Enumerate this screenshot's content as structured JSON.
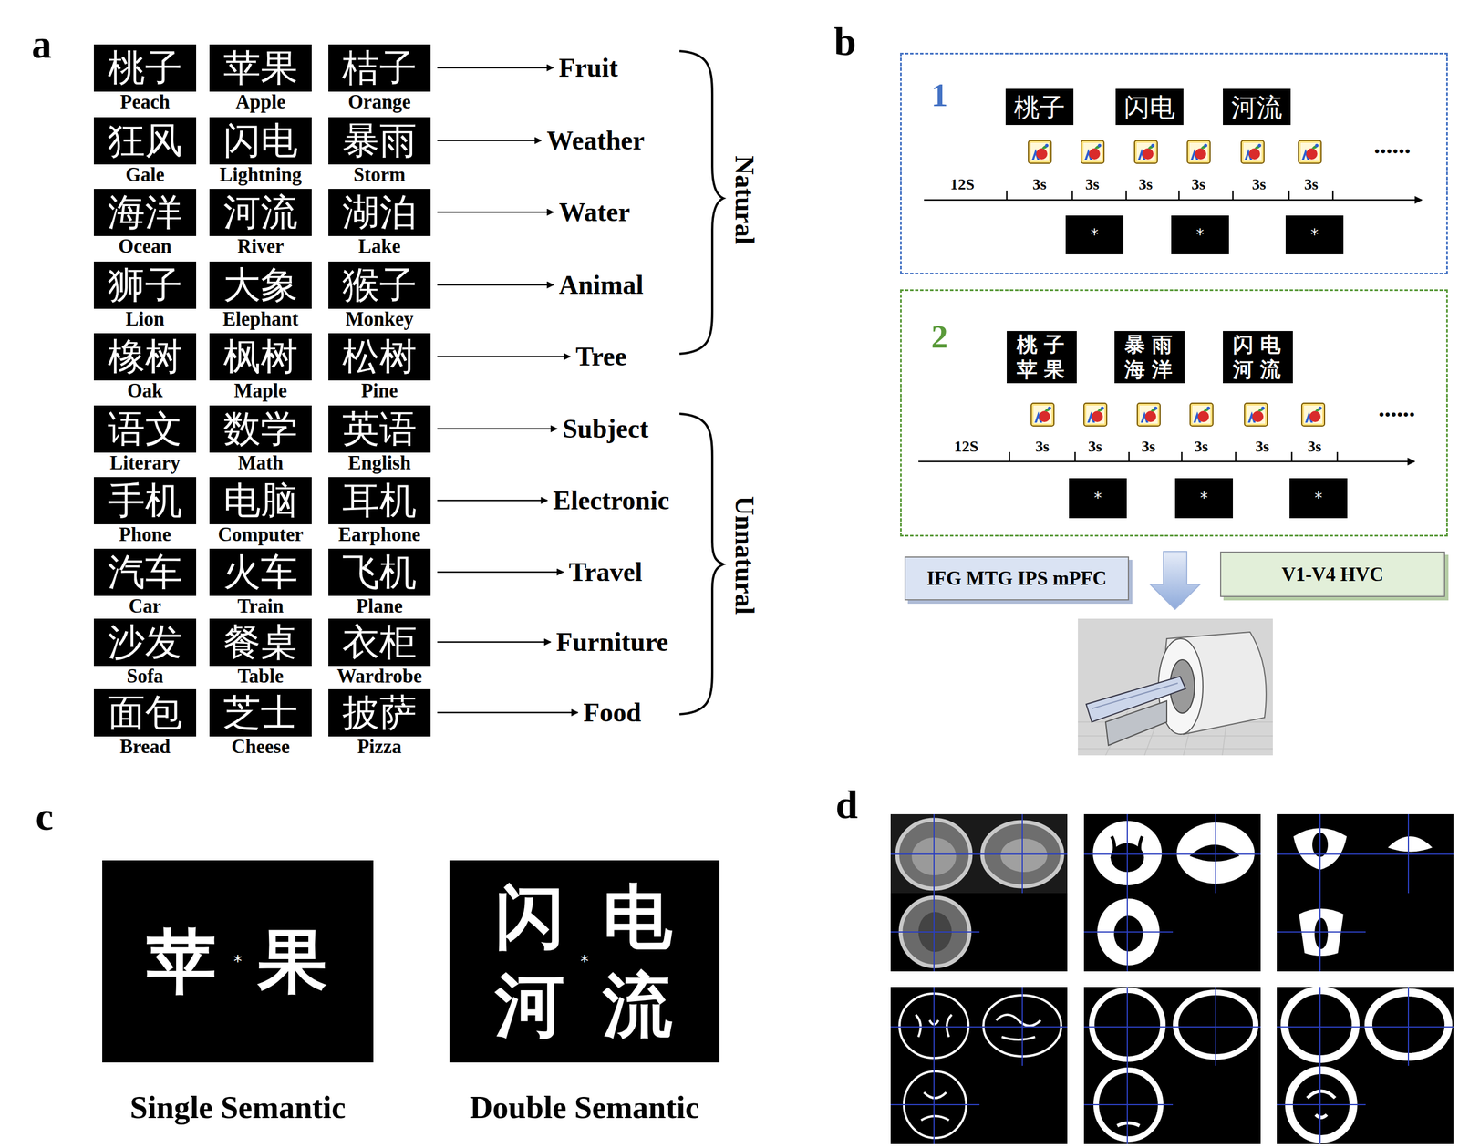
{
  "diagram": {
    "nodes": [
      {
        "text": [
          "桃子",
          "Peach"
        ]
      },
      {
        "text": [
          "苹果",
          "Apple"
        ]
      },
      {
        "text": [
          "桔子",
          "Orange"
        ]
      },
      {
        "text": [
          "Fruit"
        ]
      },
      {
        "text": [
          "狂风",
          "Gale"
        ]
      },
      {
        "text": [
          "闪电",
          "Lightning"
        ]
      },
      {
        "text": [
          "暴雨",
          "Storm"
        ]
      },
      {
        "text": [
          "Weather"
        ]
      },
      {
        "text": [
          "海洋",
          "Ocean"
        ]
      },
      {
        "text": [
          "河流",
          "River"
        ]
      },
      {
        "text": [
          "湖泊",
          "Lake"
        ]
      },
      {
        "text": [
          "Water"
        ]
      },
      {
        "text": [
          "狮子",
          "Lion"
        ]
      },
      {
        "text": [
          "大象",
          "Elephant"
        ]
      },
      {
        "text": [
          "猴子",
          "Monkey"
        ]
      },
      {
        "text": [
          "Animal"
        ]
      },
      {
        "text": [
          "橡树",
          "Oak"
        ]
      },
      {
        "text": [
          "枫树",
          "Maple"
        ]
      },
      {
        "text": [
          "松树",
          "Pine"
        ]
      },
      {
        "text": [
          "Tree"
        ]
      },
      {
        "text": [
          "语文",
          "Literary"
        ]
      },
      {
        "text": [
          "数学",
          "Math"
        ]
      },
      {
        "text": [
          "英语",
          "English"
        ]
      },
      {
        "text": [
          "Subject"
        ]
      },
      {
        "text": [
          "手机",
          "Phone"
        ]
      },
      {
        "text": [
          "电脑",
          "Computer"
        ]
      },
      {
        "text": [
          "耳机",
          "Earphone"
        ]
      },
      {
        "text": [
          "Electronic"
        ]
      },
      {
        "text": [
          "汽车",
          "Car"
        ]
      },
      {
        "text": [
          "火车",
          "Train"
        ]
      },
      {
        "text": [
          "飞机",
          "Plane"
        ]
      },
      {
        "text": [
          "Travel"
        ]
      },
      {
        "text": [
          "沙发",
          "Sofa"
        ]
      },
      {
        "text": [
          "餐桌",
          "Table"
        ]
      },
      {
        "text": [
          "衣柜",
          "Wardrobe"
        ]
      },
      {
        "text": [
          "Furniture"
        ]
      },
      {
        "text": [
          "面包",
          "Bread"
        ]
      },
      {
        "text": [
          "芝士",
          "Cheese"
        ]
      },
      {
        "text": [
          "披萨",
          "Pizza"
        ]
      },
      {
        "text": [
          "Food"
        ]
      },
      {
        "text": [
          "1"
        ]
      },
      {
        "text": [
          "桃子"
        ],
        "in": 40
      },
      {
        "text": [
          "闪电"
        ],
        "in": 40
      },
      {
        "text": [
          "河流"
        ],
        "in": 40
      },
      {
        "text": [
          "*"
        ],
        "in": 40
      },
      {
        "text": [
          "*"
        ],
        "in": 40
      },
      {
        "text": [
          "*"
        ],
        "in": 40
      },
      {
        "text": [
          "2"
        ]
      },
      {
        "text": [
          "桃子 苹果"
        ],
        "in": 47
      },
      {
        "text": [
          "暴雨 海洋"
        ],
        "in": 47
      },
      {
        "text": [
          "闪电 河流"
        ],
        "in": 47
      },
      {
        "text": [
          "*"
        ],
        "in": 47
      },
      {
        "text": [
          "*"
        ],
        "in": 47
      },
      {
        "text": [
          "*"
        ],
        "in": 47
      },
      {
        "text": [
          "IFG MTG IPS mPFC"
        ]
      },
      {
        "text": [
          "V1-V4 HVC"
        ]
      },
      {
        "text": [
          "苹果",
          "*",
          "Single Semantic"
        ]
      },
      {
        "text": [
          "闪电 河流",
          "*",
          "Double Semantic"
        ]
      }
    ],
    "edges": [
      {
        "from": 2,
        "to": 3,
        "arrow": "to"
      },
      {
        "from": 6,
        "to": 7,
        "arrow": "to"
      },
      {
        "from": 10,
        "to": 11,
        "arrow": "to"
      },
      {
        "from": 14,
        "to": 15,
        "arrow": "to"
      },
      {
        "from": 18,
        "to": 19,
        "arrow": "to"
      },
      {
        "from": 22,
        "to": 23,
        "arrow": "to"
      },
      {
        "from": 26,
        "to": 27,
        "arrow": "to"
      },
      {
        "from": 30,
        "to": 31,
        "arrow": "to"
      },
      {
        "from": 34,
        "to": 35,
        "arrow": "to"
      },
      {
        "from": 38,
        "to": 39,
        "arrow": "to"
      }
    ],
    "labels": [
      "a",
      "Natural",
      "Unnatural",
      "b",
      "......",
      "12S",
      "3s",
      "3s",
      "3s",
      "3s",
      "3s",
      "3s",
      "......",
      "12S",
      "3s",
      "3s",
      "3s",
      "3s",
      "3s",
      "3s",
      "c",
      "d"
    ]
  }
}
